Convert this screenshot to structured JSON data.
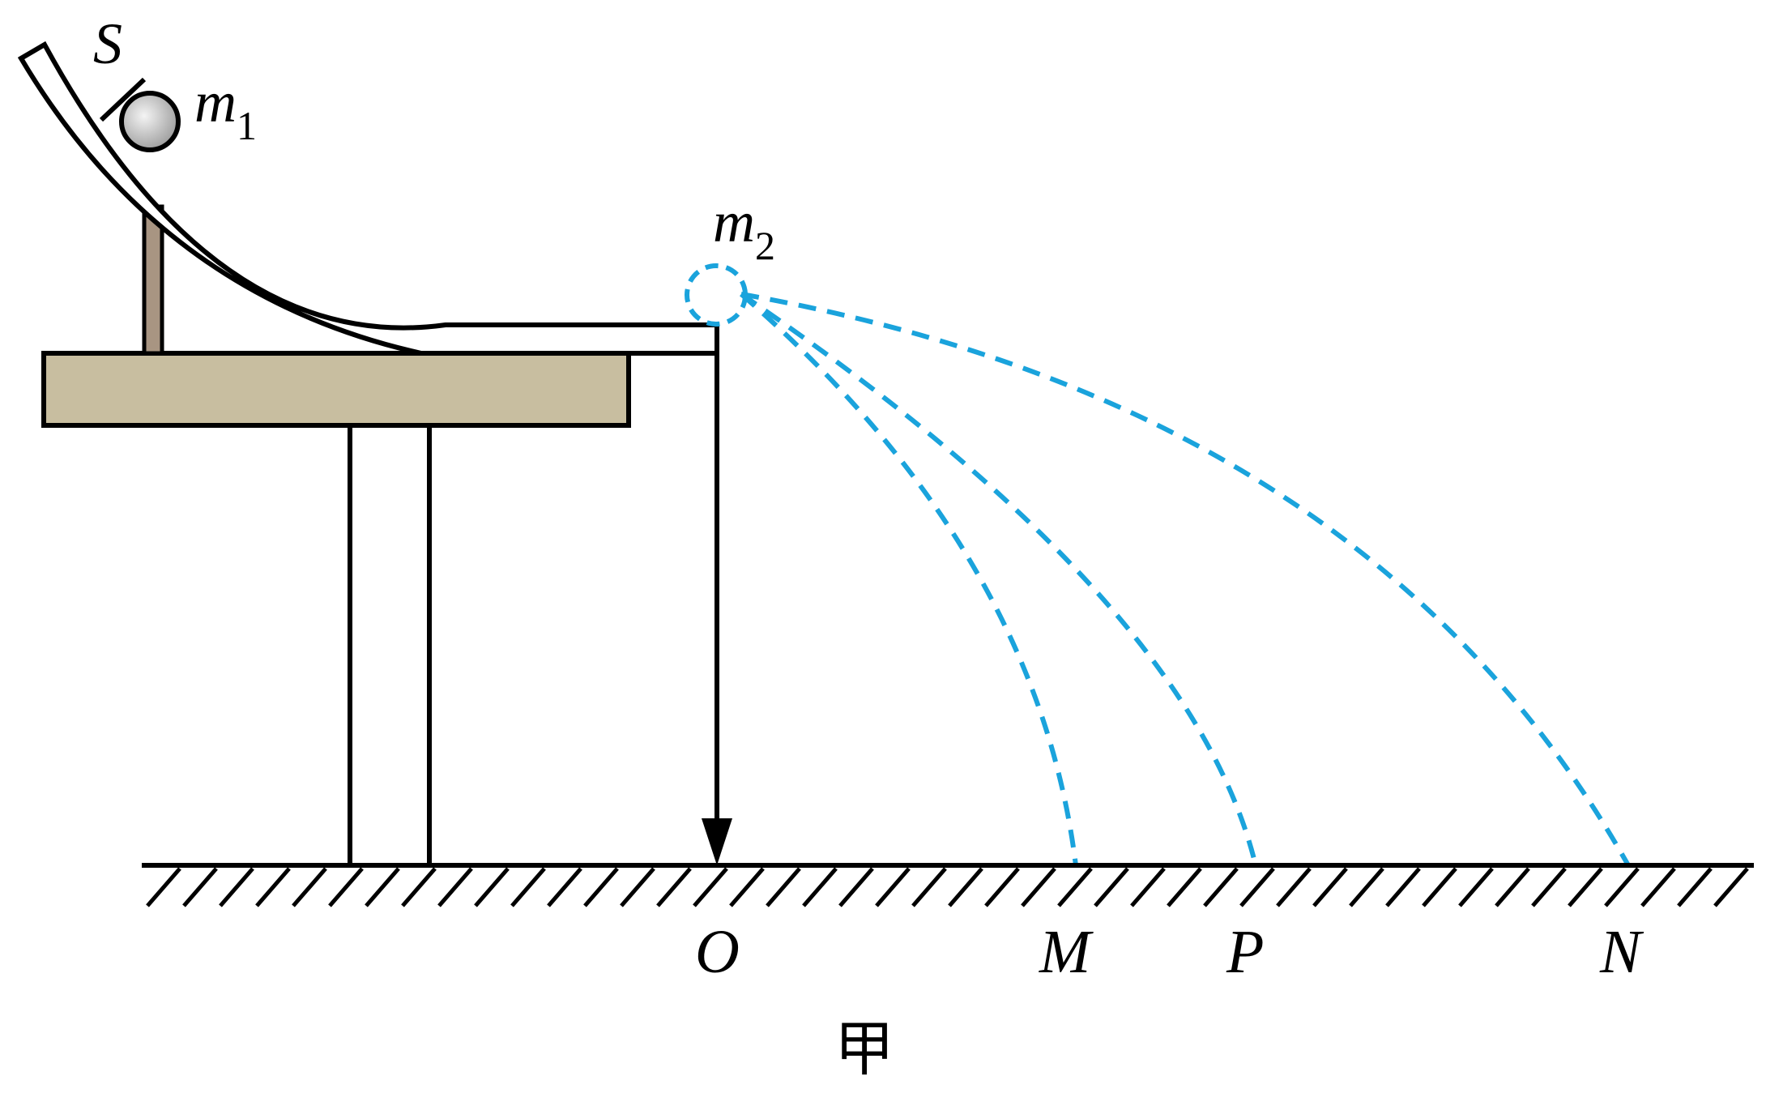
{
  "labels": {
    "S": "S",
    "m1_main": "m",
    "m1_sub": "1",
    "m2_main": "m",
    "m2_sub": "2",
    "O": "O",
    "M": "M",
    "P": "P",
    "N": "N",
    "caption": "甲"
  },
  "colors": {
    "trajectory": "#1aa3dc",
    "table": "#c8bea0",
    "post": "#a89582",
    "ball_light": "#f4f4f4",
    "ball_dark": "#9a9a9a",
    "ink": "#000000"
  }
}
